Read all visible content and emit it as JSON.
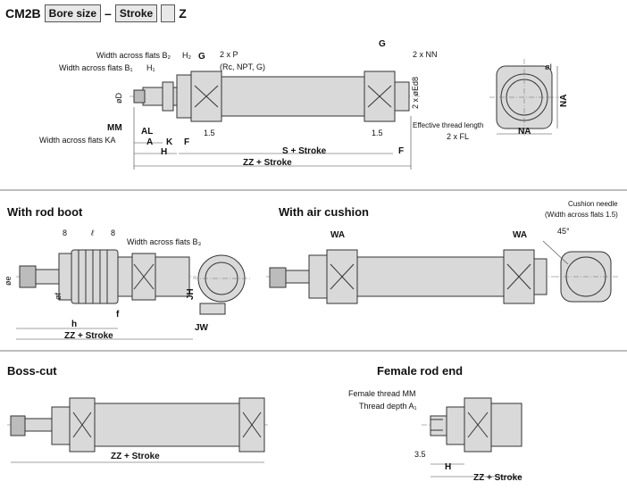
{
  "header": {
    "model": "CM2B",
    "bore_box": "Bore size",
    "dash": "–",
    "stroke_box": "Stroke",
    "suffix": "Z"
  },
  "main": {
    "labels": {
      "wf_b2": "Width across flats B₂",
      "wf_b1": "Width across flats B₁",
      "h1": "H₁",
      "h2": "H₂",
      "g_left": "G",
      "two_p": "2 x P",
      "rc": "(Rc, NPT, G)",
      "g_right": "G",
      "two_nn": "2 x NN",
      "phi_d": "øD",
      "mm": "MM",
      "al": "AL",
      "wf_ka": "Width across flats KA",
      "a": "A",
      "k": "K",
      "f_left": "F",
      "d15_left": "1.5",
      "h": "H",
      "s_stroke": "S + Stroke",
      "zz_stroke": "ZZ + Stroke",
      "d15_right": "1.5",
      "f_right": "F",
      "eff_thread": "Effective thread length",
      "two_fl": "2 x FL",
      "phi_e_d8": "2 x øEd8",
      "phi_i": "øI",
      "na_v": "NA",
      "na_h": "NA"
    }
  },
  "sections": {
    "rod_boot": {
      "title": "With rod boot",
      "n8a": "8",
      "l": "ℓ",
      "n8b": "8",
      "wf_b3": "Width across flats B₃",
      "phi_e": "øe",
      "phi_f": "øf",
      "f": "f",
      "h": "h",
      "zz": "ZZ + Stroke",
      "jh": "JH",
      "jw": "JW"
    },
    "air_cushion": {
      "title": "With air cushion",
      "wa_left": "WA",
      "wa_right": "WA",
      "needle": "Cushion needle",
      "needle_wf": "(Width across flats 1.5)",
      "angle": "45°"
    },
    "boss_cut": {
      "title": "Boss-cut",
      "zz": "ZZ + Stroke"
    },
    "female": {
      "title": "Female rod end",
      "thread": "Female thread MM",
      "depth": "Thread depth A₁",
      "d35": "3.5",
      "h": "H",
      "zz": "ZZ + Stroke"
    }
  }
}
